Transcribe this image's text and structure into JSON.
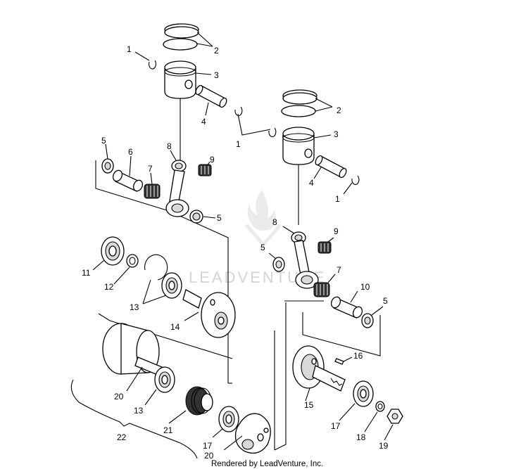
{
  "watermark": "LEADVENTURE",
  "credit": "Rendered by LeadVenture, Inc.",
  "callouts": [
    "1",
    "2",
    "3",
    "4",
    "5",
    "6",
    "7",
    "8",
    "9",
    "10",
    "11",
    "12",
    "13",
    "14",
    "15",
    "16",
    "17",
    "18",
    "19",
    "20",
    "21",
    "22"
  ]
}
